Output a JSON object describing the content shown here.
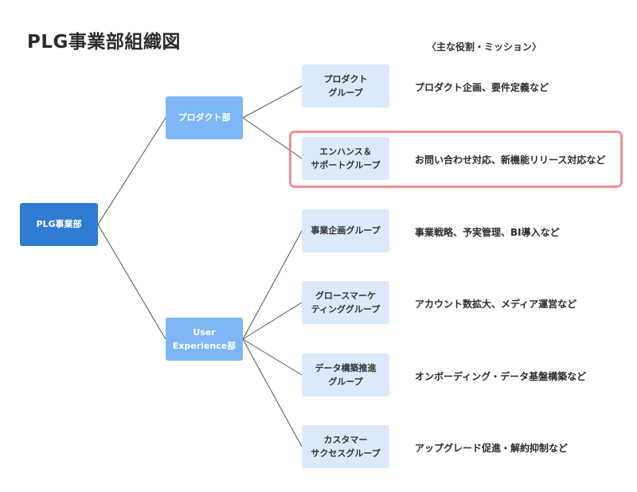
{
  "title": "PLG事業部組織図",
  "roles_header": "〈主な役割・ミッション〉",
  "root": {
    "label": "PLG事業部"
  },
  "departments": [
    {
      "lines": [
        "プロダクト部"
      ]
    },
    {
      "lines": [
        "User",
        "Experience部"
      ]
    }
  ],
  "groups": [
    {
      "lines": [
        "プロダクト",
        "グループ"
      ],
      "description": "プロダクト企画、要件定義など"
    },
    {
      "lines": [
        "エンハンス＆",
        "サポートグループ"
      ],
      "description": "お問い合わせ対応、新機能リリース対応など"
    },
    {
      "lines": [
        "事業企画グループ"
      ],
      "description": "事業戦略、予実管理、BI導入など"
    },
    {
      "lines": [
        "グロースマーケ",
        "ティンググループ"
      ],
      "description": "アカウント数拡大、メディア運営など"
    },
    {
      "lines": [
        "データ構築推進",
        "グループ"
      ],
      "description": "オンボーディング・データ基盤構築など"
    },
    {
      "lines": [
        "カスタマー",
        "サクセスグループ"
      ],
      "description": "アップグレード促進・解約抑制など"
    }
  ],
  "colors": {
    "root": "#2f7bd3",
    "department": "#7eb6f6",
    "group": "#dbe9fb",
    "highlight_border": "#ee8f96",
    "connector": "#555555"
  }
}
